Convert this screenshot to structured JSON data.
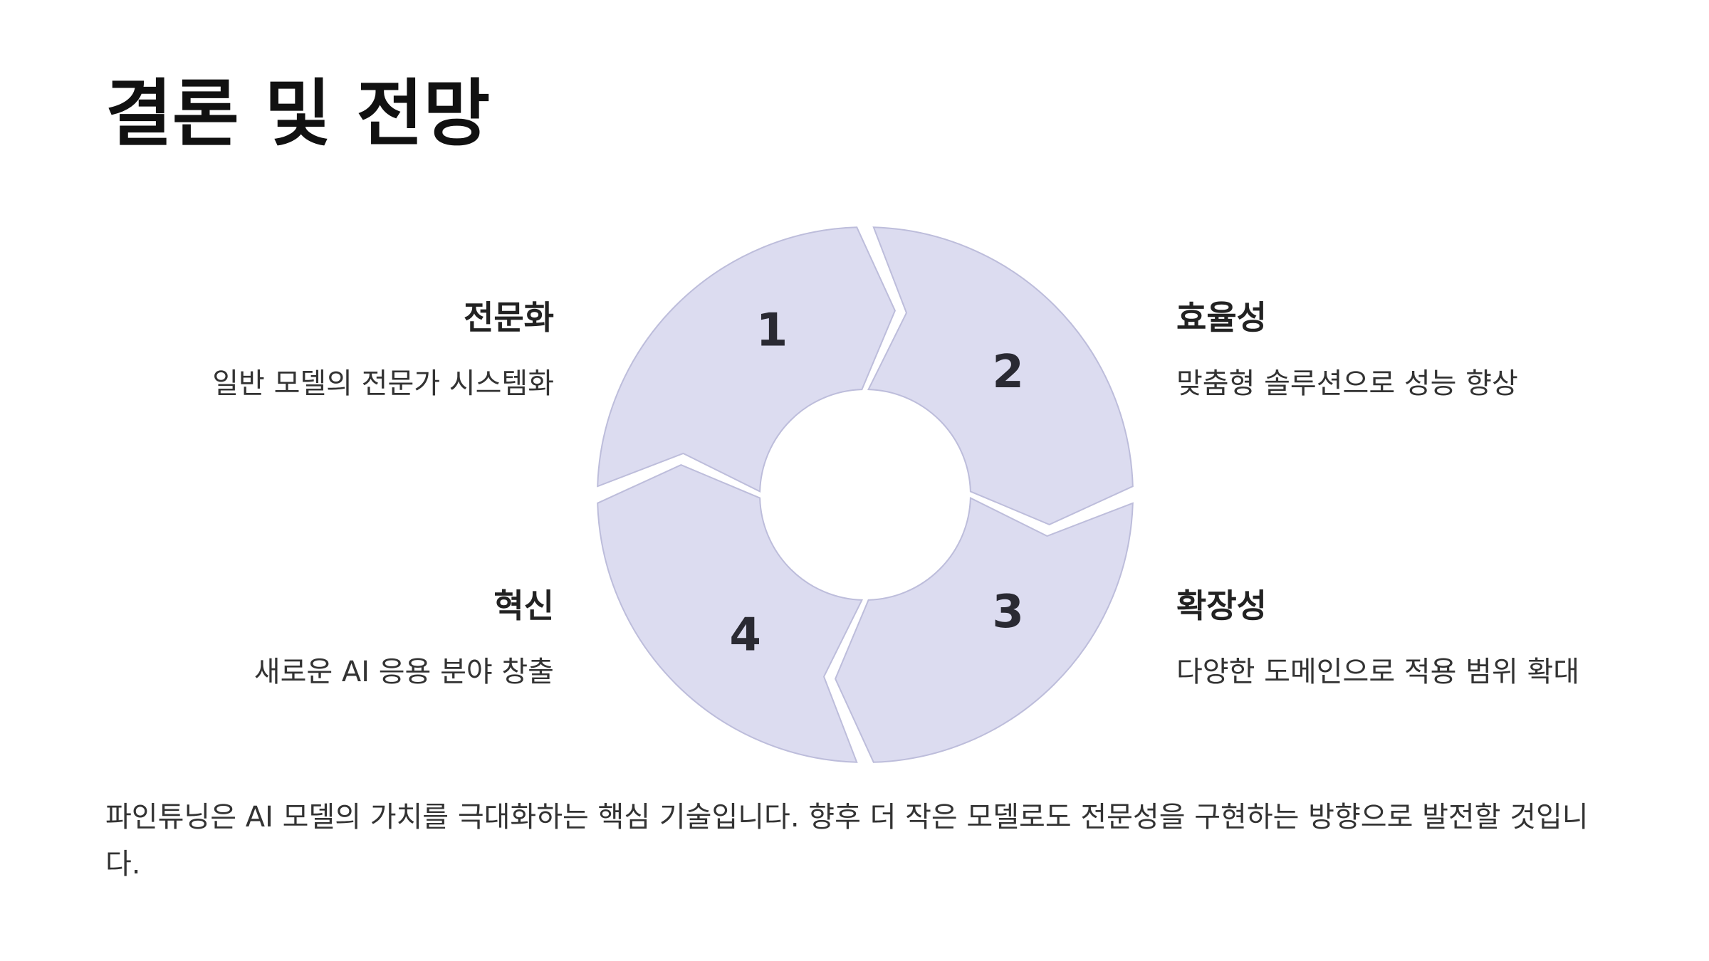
{
  "slide": {
    "title": "결론 및 전망",
    "conclusion": "파인튜닝은 AI 모델의 가치를 극대화하는 핵심 기술입니다. 향후 더 작은 모델로도 전문성을 구현하는 방향으로 발전할 것입니다."
  },
  "cycle": {
    "fill_color": "#dcdcf0",
    "stroke_color": "#bdbddb",
    "steps": [
      {
        "number": "1",
        "title": "전문화",
        "description": "일반 모델의 전문가 시스템화"
      },
      {
        "number": "2",
        "title": "효율성",
        "description": "맞춤형 솔루션으로 성능 향상"
      },
      {
        "number": "3",
        "title": "확장성",
        "description": "다양한 도메인으로 적용 범위 확대"
      },
      {
        "number": "4",
        "title": "혁신",
        "description": "새로운 AI 응용 분야 창출"
      }
    ]
  }
}
